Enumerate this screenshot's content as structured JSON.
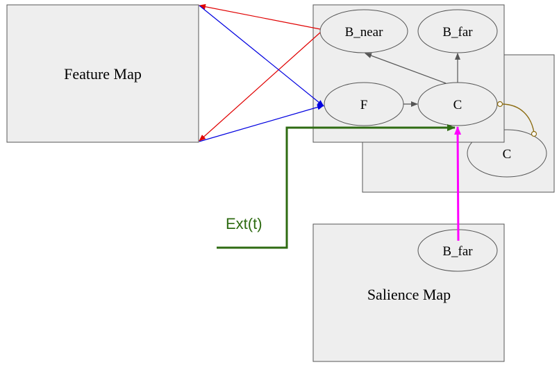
{
  "diagram": {
    "feature_map": {
      "label": "Feature Map"
    },
    "salience_map": {
      "label": "Salience Map",
      "node_label": "B_far"
    },
    "front_module": {
      "nodes": {
        "b_near": "B_near",
        "b_far": "B_far",
        "f": "F",
        "c": "C"
      }
    },
    "back_module": {
      "node_c": "C"
    },
    "external_input": {
      "label": "Ext(t)"
    },
    "colors": {
      "box_fill": "#eeeeee",
      "box_stroke": "#555555",
      "red_arrow": "#e00000",
      "blue_arrow": "#0000e0",
      "gray_arrow": "#555555",
      "green_arrow": "#2e6b12",
      "magenta_arrow": "#ff00ff",
      "brown_connector": "#8b6b10"
    }
  }
}
